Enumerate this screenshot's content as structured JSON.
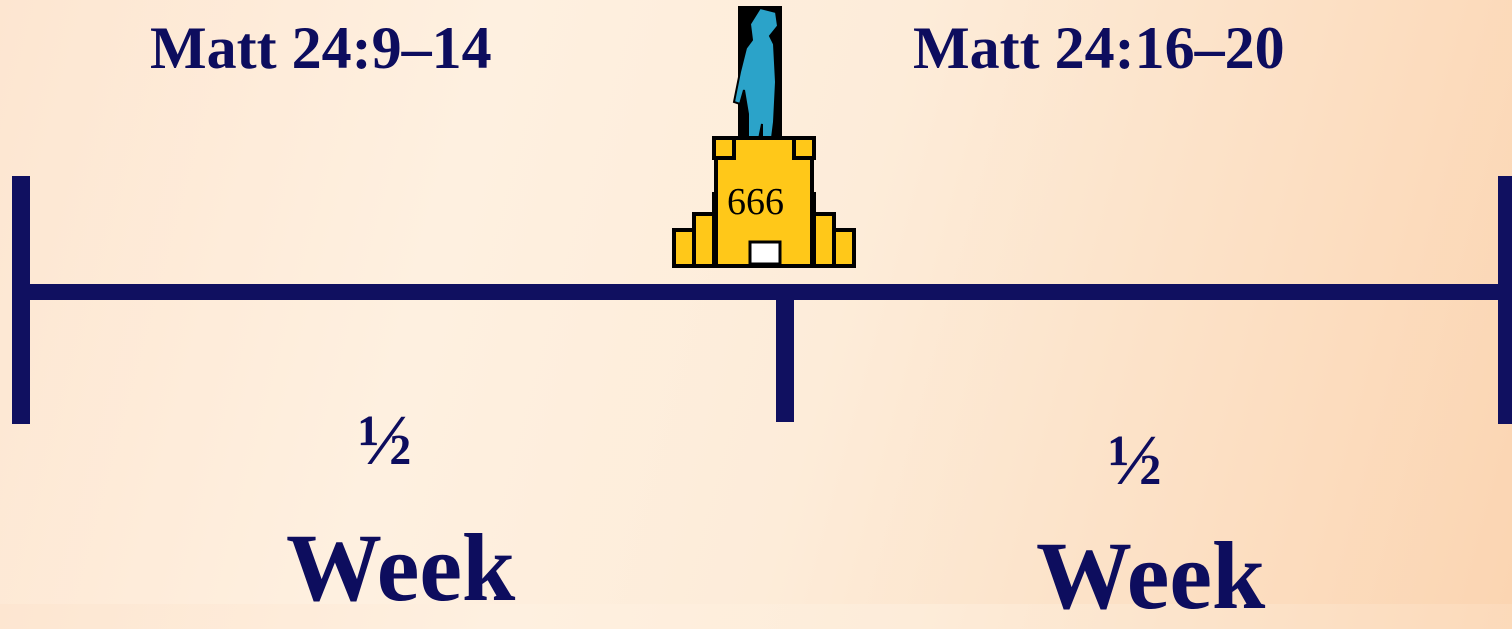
{
  "references": {
    "left": "Matt 24:9–14",
    "right": "Matt 24:16–20"
  },
  "temple": {
    "label": "666",
    "fill_color": "#ffc819",
    "figure_color": "#2ba3c9"
  },
  "segments": [
    {
      "fraction": "½",
      "unit": "Week"
    },
    {
      "fraction": "½",
      "unit": "Week"
    }
  ],
  "colors": {
    "text": "#0d0d5e",
    "timeline": "#101060"
  }
}
